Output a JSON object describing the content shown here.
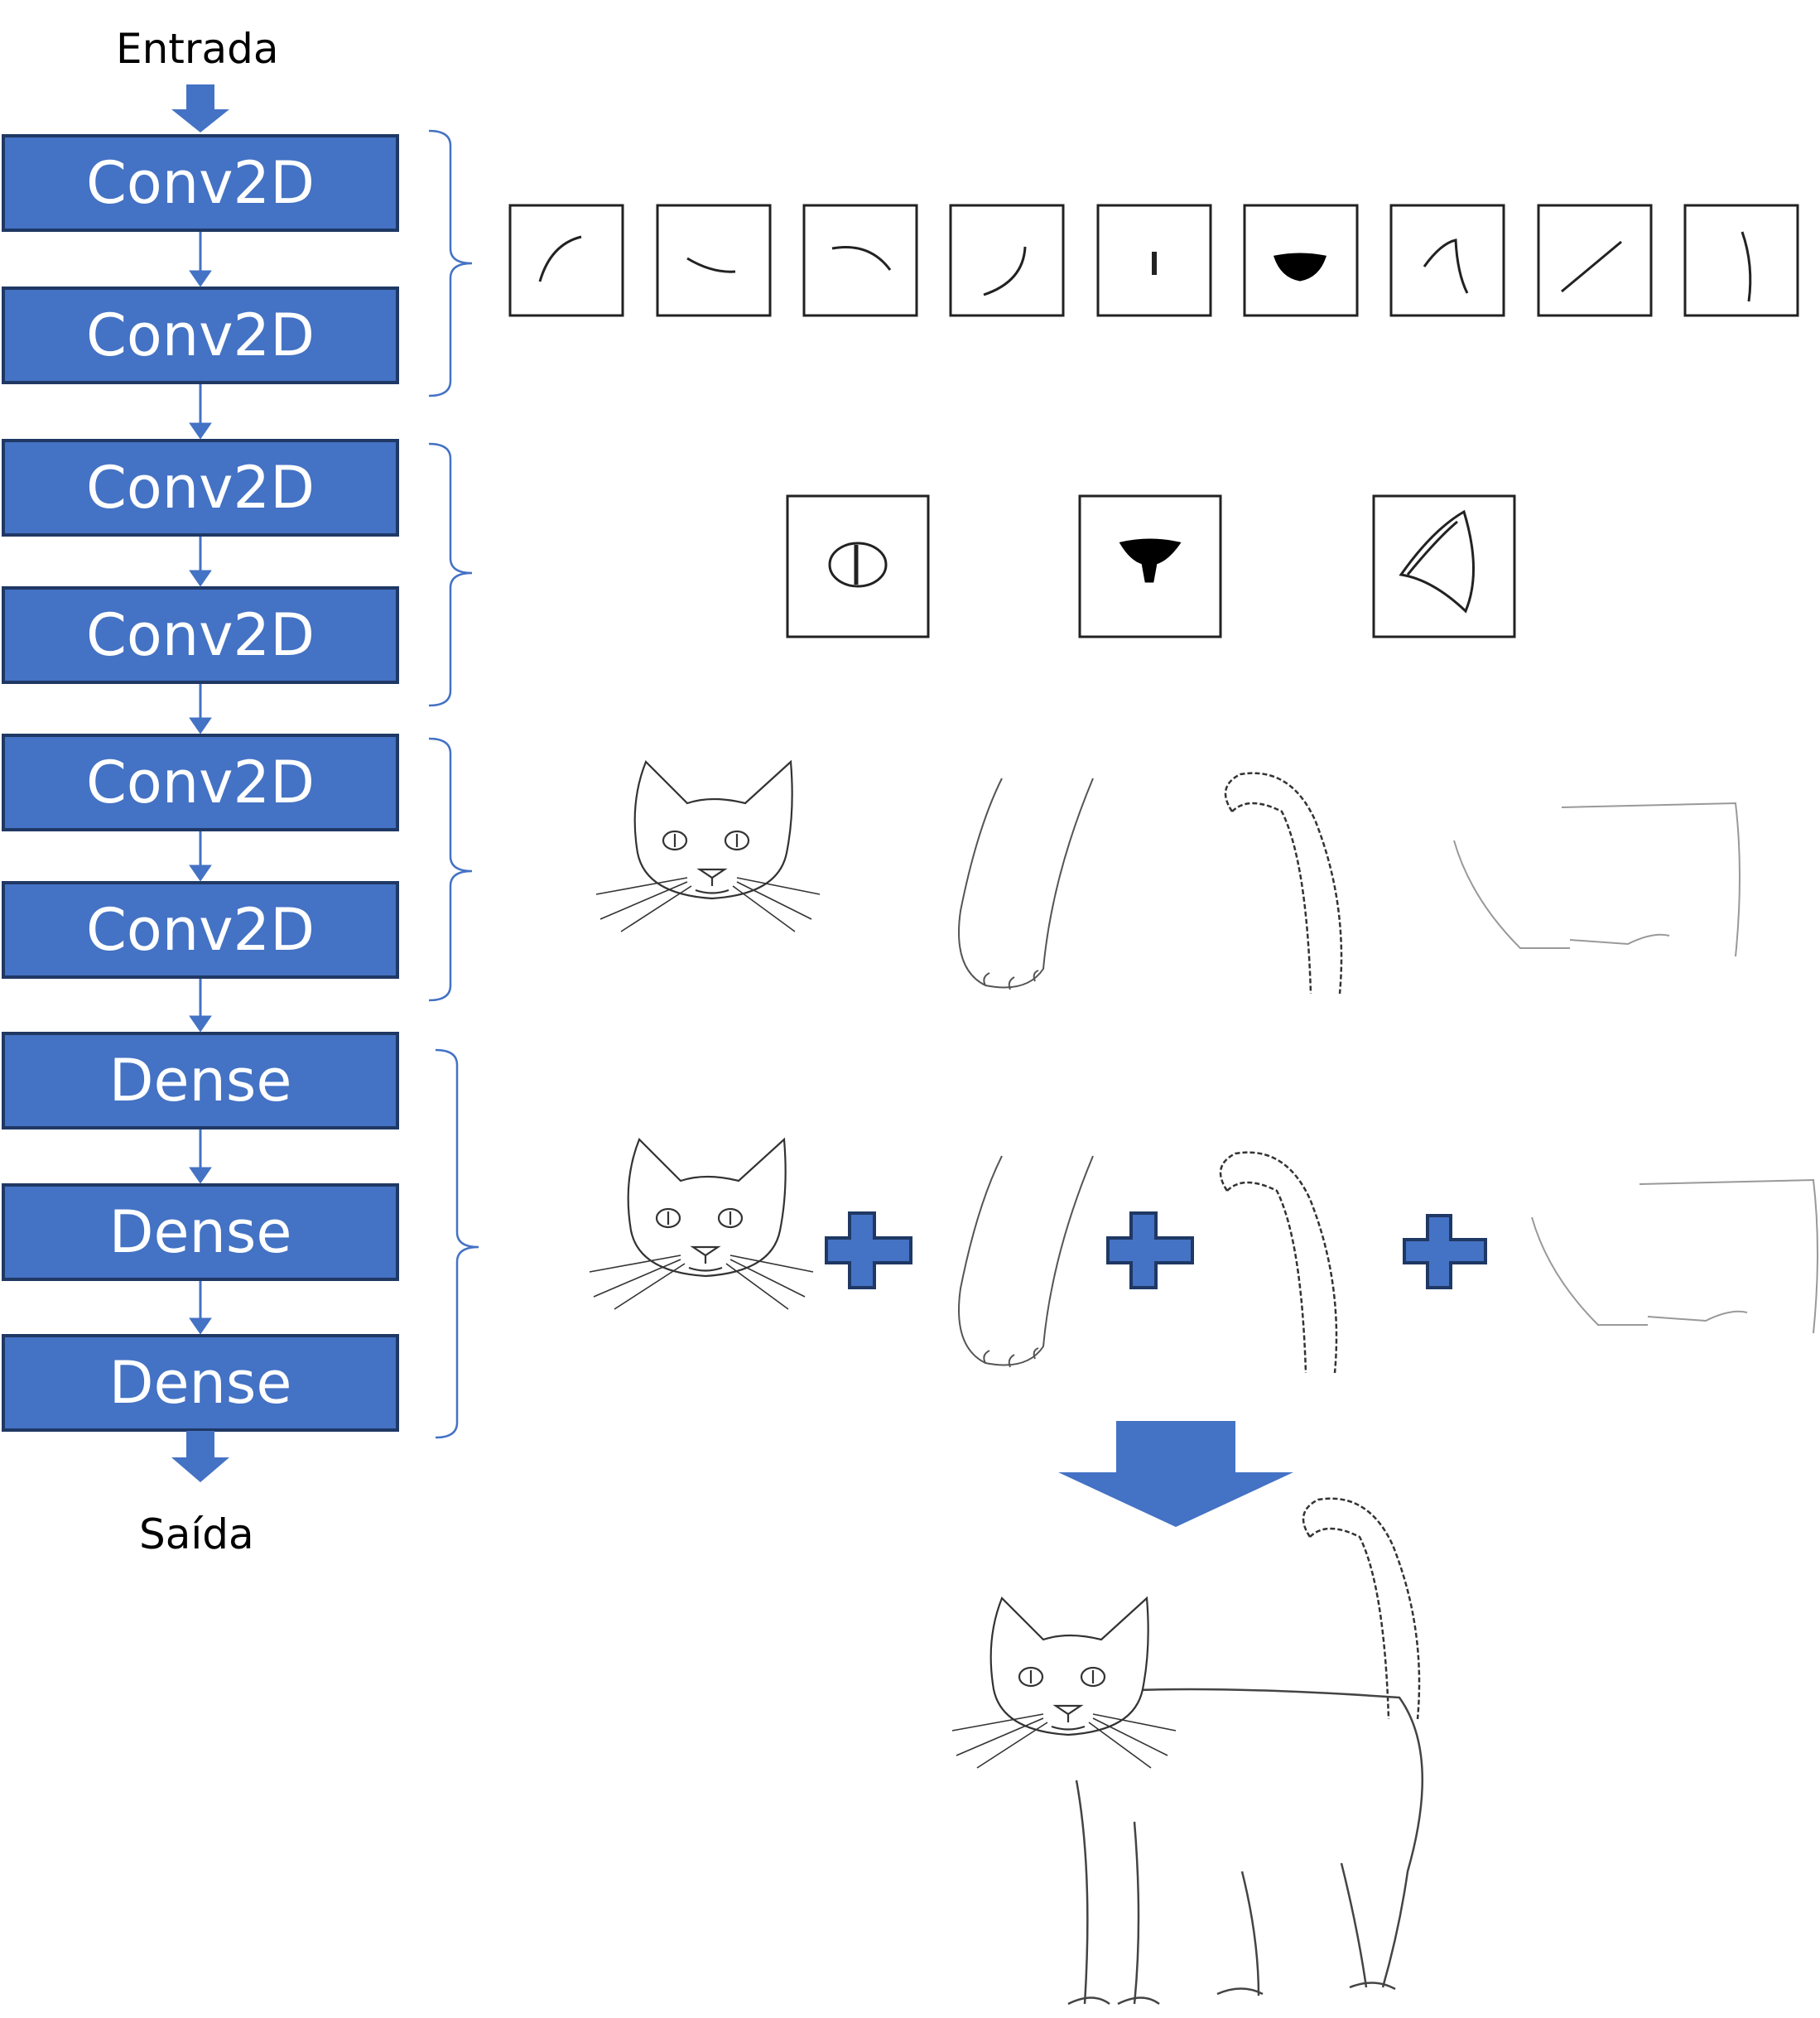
{
  "io": {
    "input_label": "Entrada",
    "output_label": "Saída"
  },
  "layers": [
    {
      "label": "Conv2D"
    },
    {
      "label": "Conv2D"
    },
    {
      "label": "Conv2D"
    },
    {
      "label": "Conv2D"
    },
    {
      "label": "Conv2D"
    },
    {
      "label": "Conv2D"
    },
    {
      "label": "Dense"
    },
    {
      "label": "Dense"
    },
    {
      "label": "Dense"
    }
  ],
  "colors": {
    "block_fill": "#4472c4",
    "block_border": "#1f3864",
    "bracket": "#4472c4"
  },
  "icons": {
    "edge_filters": [
      "arc-left-icon",
      "dash-icon",
      "arc-right-icon",
      "hook-icon",
      "vertical-bar-icon",
      "nose-blob-icon",
      "ear-stroke-icon",
      "diagonal-line-icon",
      "curve-line-icon"
    ],
    "part_filters": [
      "eye-icon",
      "nose-icon",
      "ear-icon"
    ],
    "cat_parts": [
      "cat-head-icon",
      "cat-paw-icon",
      "cat-tail-icon",
      "cat-body-icon"
    ],
    "result": "cat-full-icon"
  }
}
